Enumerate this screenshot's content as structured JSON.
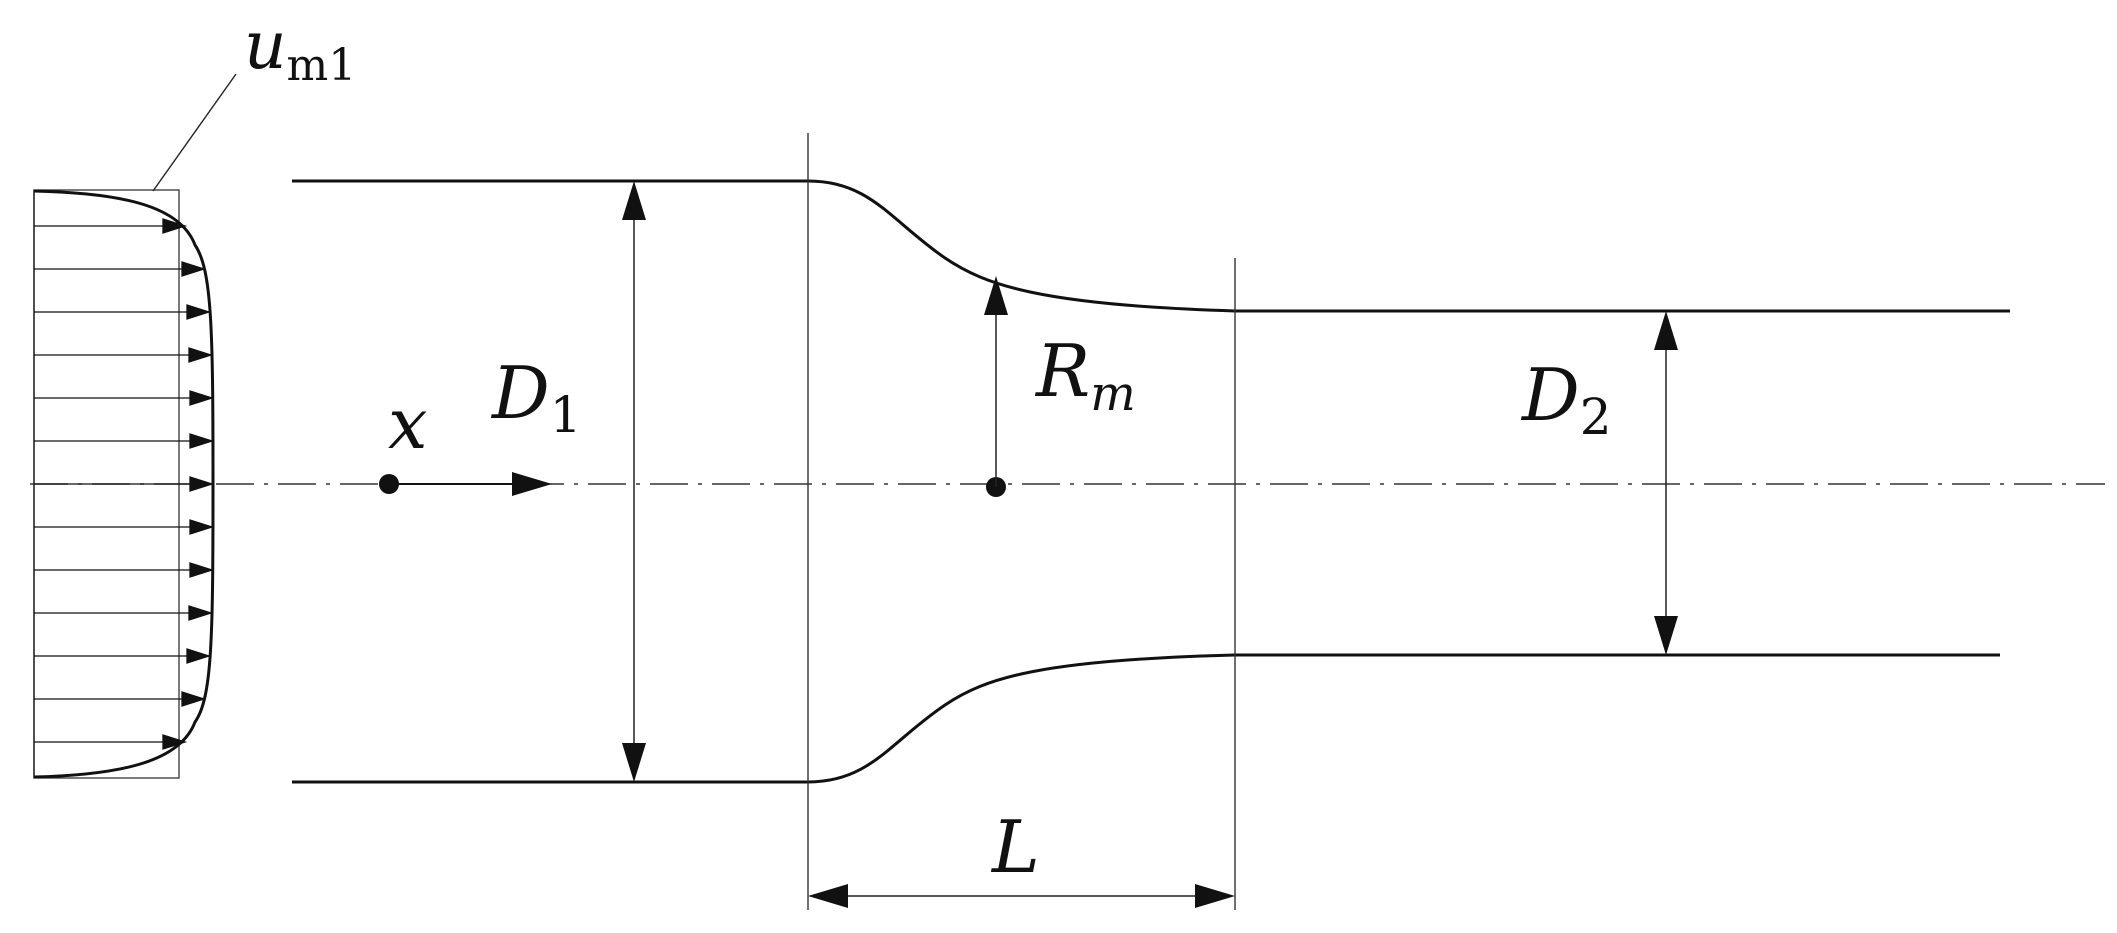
{
  "labels": {
    "inlet_velocity": {
      "main": "u",
      "sub": "m1"
    },
    "axial_coordinate": "x",
    "inlet_diameter": {
      "main": "D",
      "sub": "1"
    },
    "outlet_diameter": {
      "main": "D",
      "sub": "2"
    },
    "radius": {
      "main": "R",
      "sub": "m"
    },
    "contraction_length": "L"
  },
  "colors": {
    "stroke": "#111111",
    "background": "#ffffff"
  }
}
